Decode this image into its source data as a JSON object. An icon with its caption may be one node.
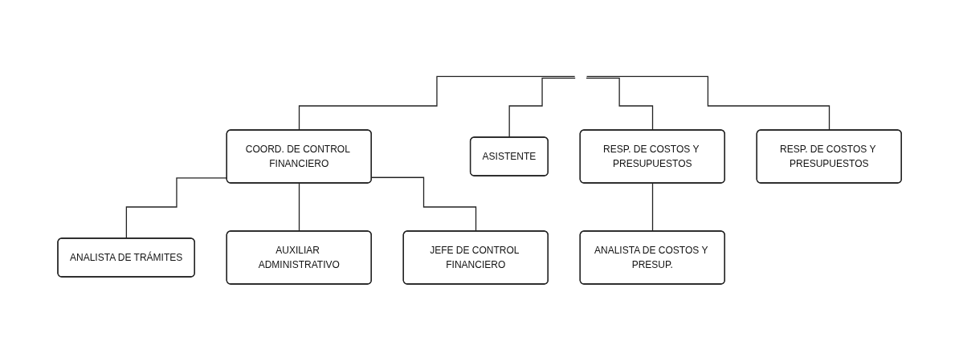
{
  "diagram": {
    "nodes": [
      {
        "text": [
          "COORD. DE CONTROL FINANCIERO"
        ]
      },
      {
        "text": [
          "ASISTENTE"
        ]
      },
      {
        "text": [
          "RESP. DE COSTOS Y PRESUPUESTOS"
        ]
      },
      {
        "text": [
          "RESP. DE COSTOS Y PRESUPUESTOS"
        ]
      },
      {
        "text": [
          "ANALISTA DE TRÁMITES"
        ]
      },
      {
        "text": [
          "AUXILIAR ADMINISTRATIVO"
        ]
      },
      {
        "text": [
          "JEFE DE CONTROL FINANCIERO"
        ]
      },
      {
        "text": [
          "ANALISTA DE COSTOS Y PRESUP."
        ]
      }
    ],
    "edges": [
      {
        "from": null,
        "to": 0,
        "arrow": "none"
      },
      {
        "from": null,
        "to": 1,
        "arrow": "none"
      },
      {
        "from": null,
        "to": 2,
        "arrow": "none"
      },
      {
        "from": null,
        "to": 3,
        "arrow": "none"
      },
      {
        "from": 0,
        "to": 4,
        "arrow": "none"
      },
      {
        "from": 0,
        "to": 5,
        "arrow": "none"
      },
      {
        "from": 0,
        "to": 6,
        "arrow": "none"
      },
      {
        "from": 2,
        "to": 7,
        "arrow": "none"
      }
    ]
  }
}
